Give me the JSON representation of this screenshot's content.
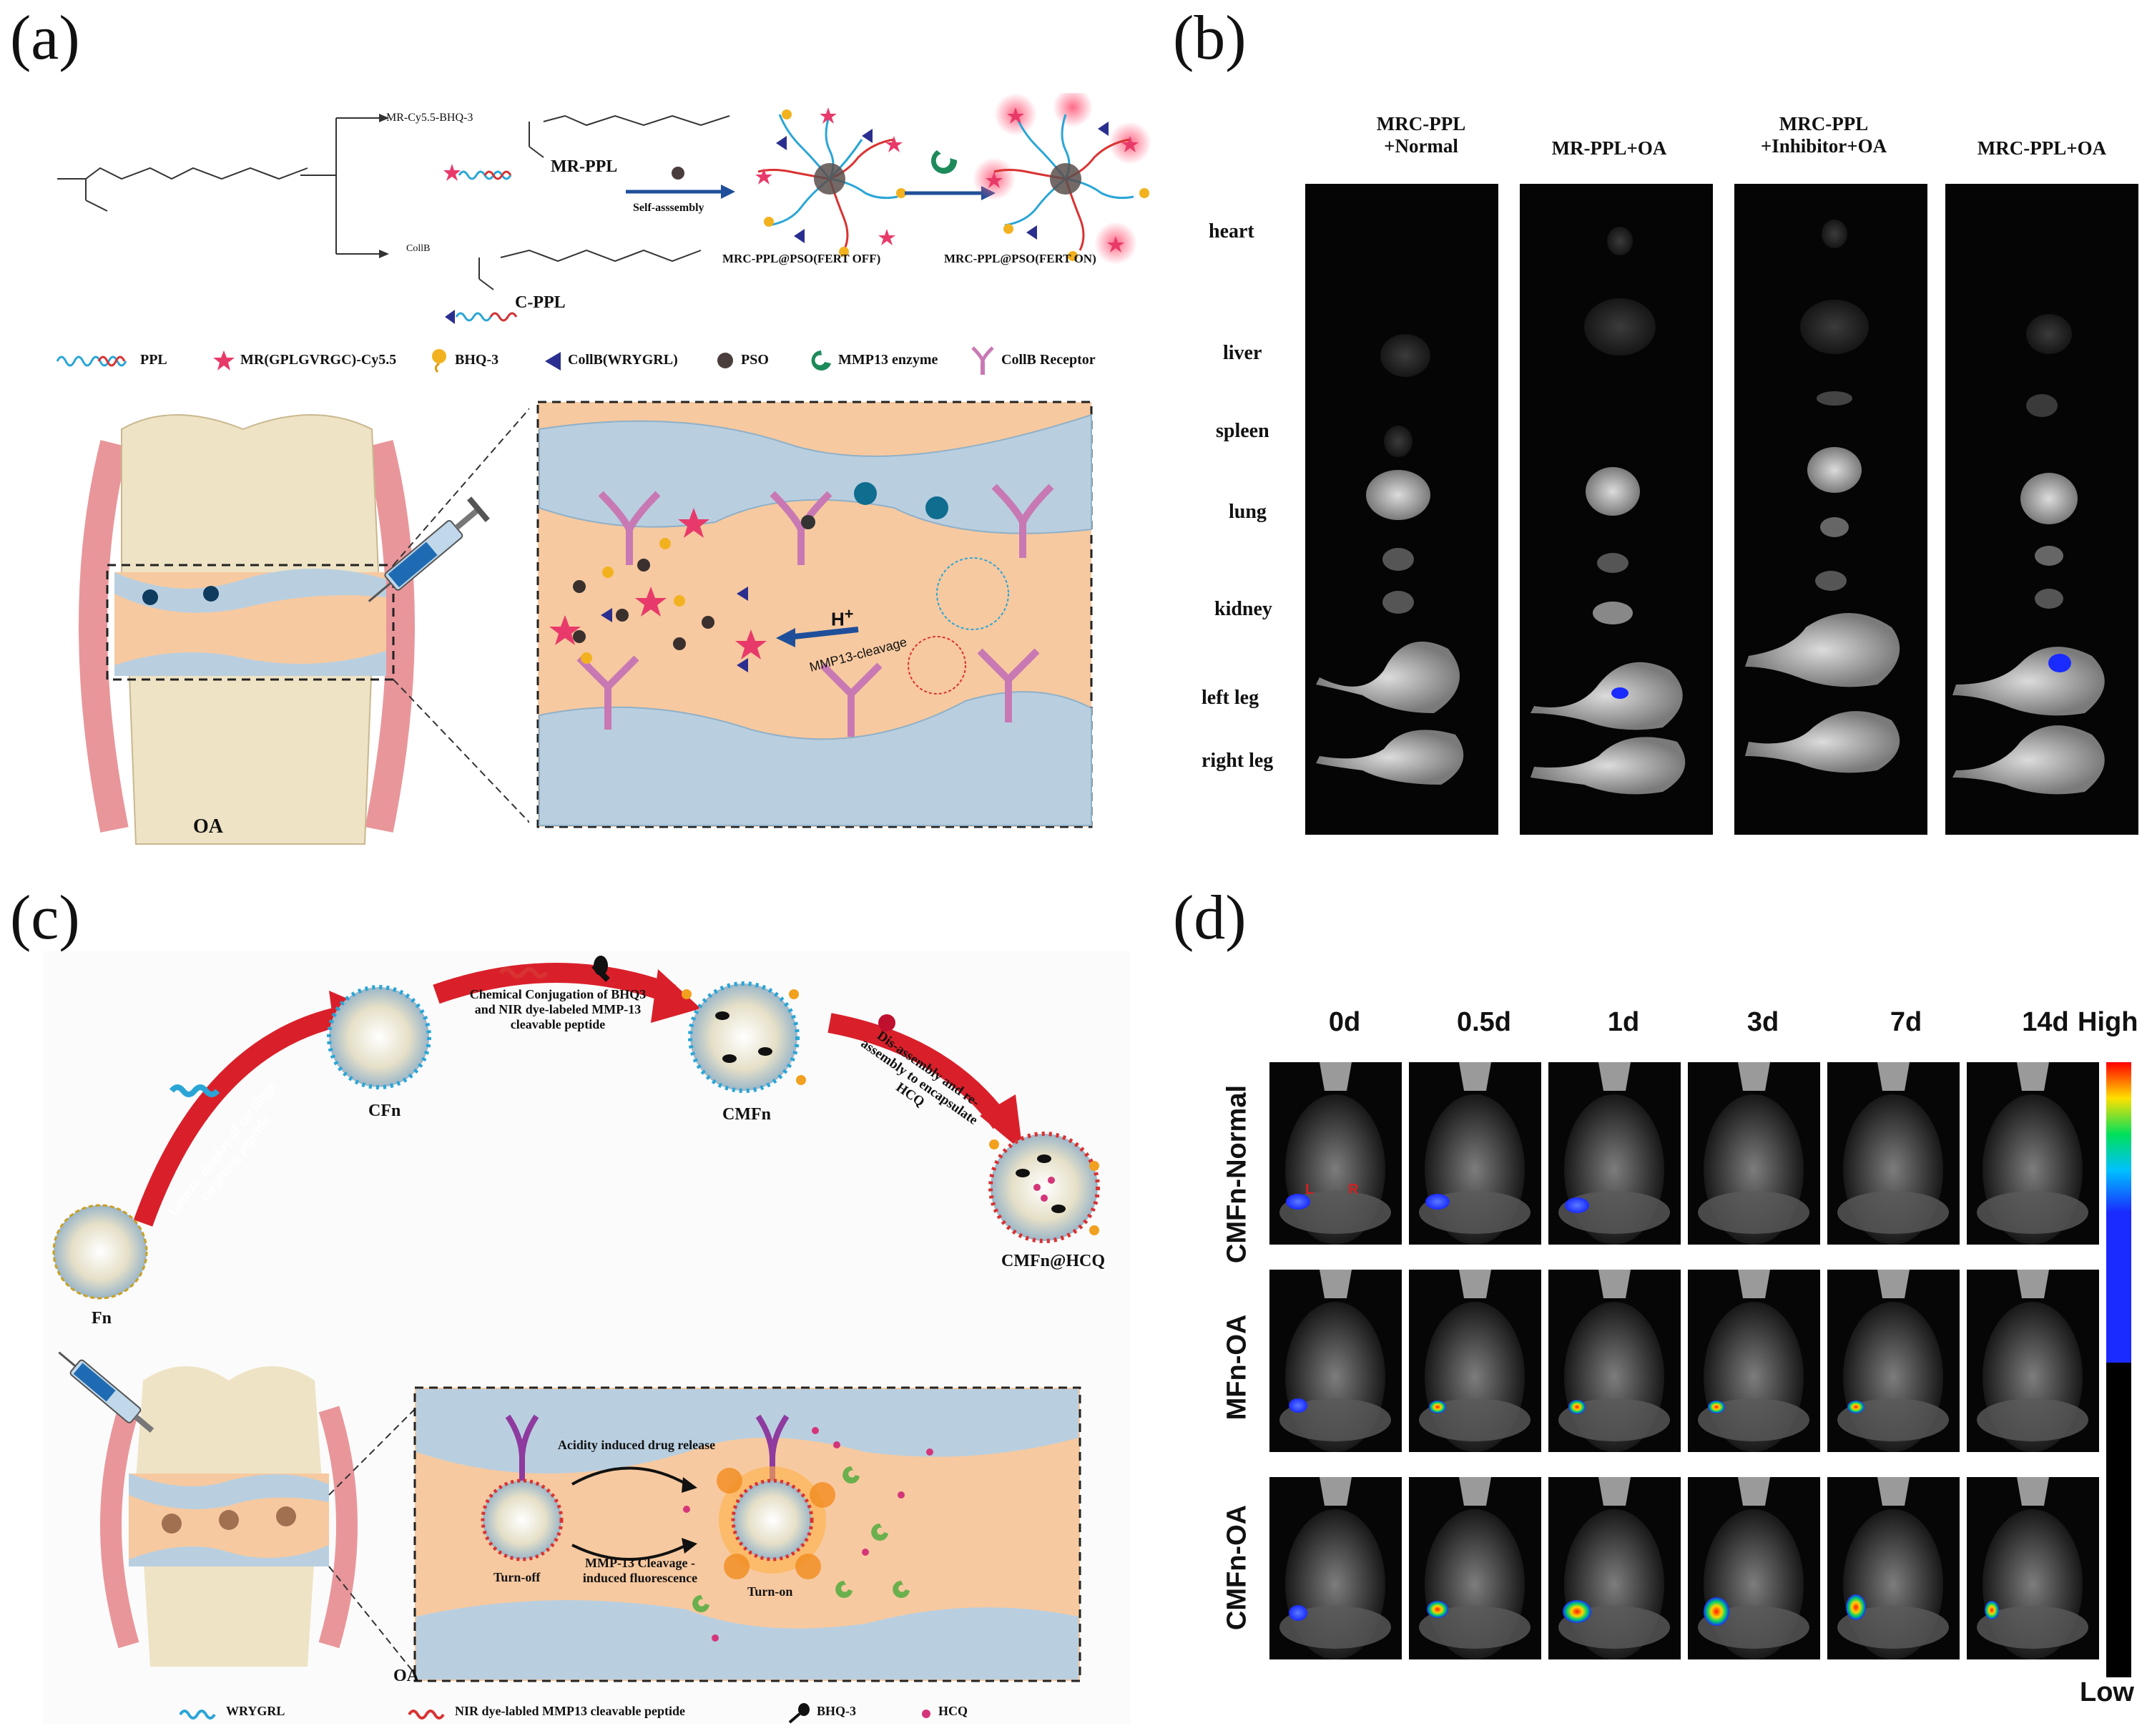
{
  "panels": {
    "a": "(a)",
    "b": "(b)",
    "c": "(c)",
    "d": "(d)"
  },
  "panel_a": {
    "chem_top_label": "MR-Cy5.5-BHQ-3",
    "chem_bottom_label": "CollB",
    "mr_ppl": "MR-PPL",
    "c_ppl": "C-PPL",
    "self_assembly": "Self-asssembly",
    "fert_off": "MRC-PPL@PSO(FERT OFF)",
    "fert_on": "MRC-PPL@PSO(FERT ON)",
    "legend": [
      {
        "label": "PPL",
        "icon": "ppl-wavy-icon"
      },
      {
        "label": "MR(GPLGVRGC)-Cy5.5",
        "icon": "star-icon"
      },
      {
        "label": "BHQ-3",
        "icon": "bhq3-icon"
      },
      {
        "label": "CollB(WRYGRL)",
        "icon": "triangle-icon"
      },
      {
        "label": "PSO",
        "icon": "pso-dot-icon"
      },
      {
        "label": "MMP13 enzyme",
        "icon": "mmp13-enzyme-icon"
      },
      {
        "label": "CollB Receptor",
        "icon": "receptor-icon"
      }
    ],
    "oa_label": "OA",
    "h_plus": "H",
    "h_plus_sup": "+",
    "cleavage_label": "MMP13-cleavage"
  },
  "panel_b": {
    "columns": [
      "MRC-PPL\n+Normal",
      "MR-PPL+OA",
      "MRC-PPL\n+Inhibitor+OA",
      "MRC-PPL+OA"
    ],
    "rows": [
      "heart",
      "liver",
      "spleen",
      "lung",
      "kidney",
      "left leg",
      "right leg"
    ]
  },
  "panel_c": {
    "fn": "Fn",
    "cfn": "CFn",
    "cmfn": "CMFn",
    "cmfn_hcq": "CMFn@HCQ",
    "arrow1": "Genetic display of cartilage targeting peptide",
    "arrow2": "Chemical Conjugation of BHQ3 and NIR dye-labeled MMP-13 cleavable peptide",
    "arrow3": "Dis-assembly and re-assembly to encapsulate HCQ",
    "acidity": "Acidity induced drug release",
    "mmp_cleave": "MMP-13 Cleavage -induced fluorescence",
    "turn_off": "Turn-off",
    "turn_on": "Turn-on",
    "oa_label": "OA",
    "legend": [
      {
        "label": "WRYGRL",
        "icon": "wrygrl-icon"
      },
      {
        "label": "NIR dye-labled MMP13 cleavable peptide",
        "icon": "nir-peptide-icon"
      },
      {
        "label": "BHQ-3",
        "icon": "bhq3-c-icon"
      },
      {
        "label": "HCQ",
        "icon": "hcq-icon"
      }
    ]
  },
  "panel_d": {
    "timepoints": [
      "0d",
      "0.5d",
      "1d",
      "3d",
      "7d",
      "14d"
    ],
    "groups": [
      "CMFn-Normal",
      "MFn-OA",
      "CMFn-OA"
    ],
    "scale_high": "High",
    "scale_low": "Low",
    "leg_l": "L",
    "leg_r": "R"
  },
  "colors": {
    "cartilage": "#b9cfe0",
    "joint_fluid": "#f7c9a0",
    "bone": "#eee3c4",
    "capsule": "#e9969a",
    "receptor": "#c879b3",
    "arrow_blue": "#1f4f9a",
    "arrow_red": "#d9202a"
  }
}
